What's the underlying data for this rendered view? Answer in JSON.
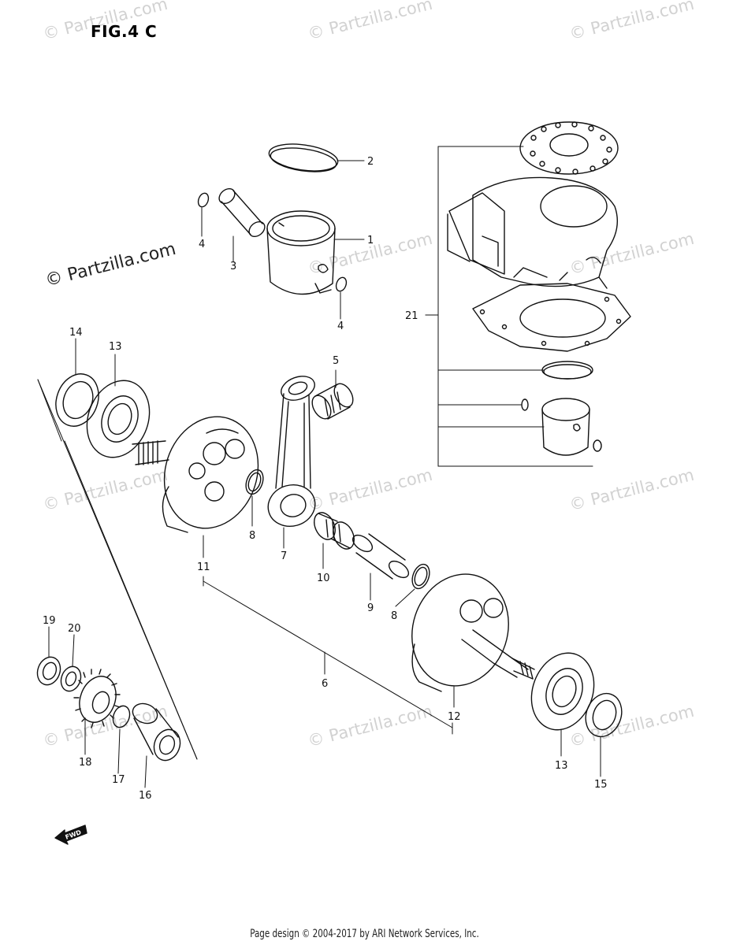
{
  "figure": {
    "title": "FIG.4 C"
  },
  "watermarks": {
    "text": "© Partzilla.com",
    "featured_text": "© Partzilla.com"
  },
  "callouts": [
    "1",
    "2",
    "3",
    "4",
    "4",
    "5",
    "6",
    "7",
    "8",
    "8",
    "9",
    "10",
    "11",
    "12",
    "13",
    "13",
    "14",
    "15",
    "16",
    "17",
    "18",
    "19",
    "20",
    "21"
  ],
  "direction_marker": "FWD",
  "footer": {
    "text": "Page design © 2004-2017 by ARI Network Services, Inc."
  }
}
